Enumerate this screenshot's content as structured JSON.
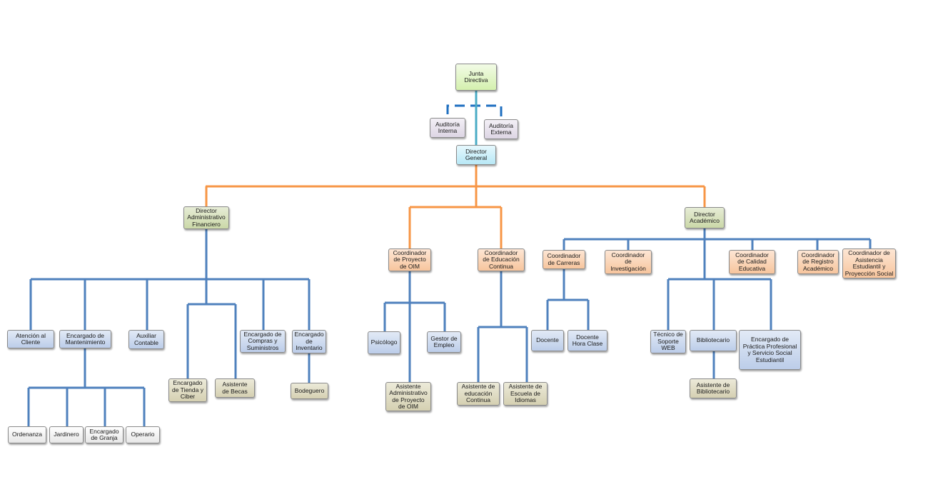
{
  "colors": {
    "blue_line": "#4f81bd",
    "orange_line": "#f79646",
    "teal_line": "#4bacc6",
    "dash_line": "#1f6fc0"
  },
  "nodes": {
    "junta": "Junta\nDirectiva",
    "auditoria_interna": "Auditoría\nInterna",
    "auditoria_externa": "Auditoría\nExterna",
    "director_general": "Director\nGeneral",
    "director_admin": "Director\nAdministrativo\nFinanciero",
    "director_academico": "Director\nAcadémico",
    "coord_oim": "Coordinador\nde Proyecto\nde OIM",
    "coord_educacion": "Coordinador\nde Educación\nContinua",
    "coord_carreras": "Coordinador\nde Carreras",
    "coord_investigacion": "Coordinador\nde\nInvestigación",
    "coord_calidad": "Coordinador\nde Calidad\nEducativa",
    "coord_registro": "Coordinador\nde Registro\nAcadémico",
    "coord_asistencia": "Coordinador de\nAsistencia\nEstudiantil y\nProyección Social",
    "atencion_cliente": "Atención al\nCliente",
    "encargado_mantenimiento": "Encargado de\nMantenimiento",
    "auxiliar_contable": "Auxiliar\nContable",
    "encargado_compras": "Encargado de\nCompras y\nSuministros",
    "encargado_inventario": "Encargado\nde\nInventario",
    "encargado_tienda": "Encargado\nde Tienda y\nCiber",
    "asistente_becas": "Asistente\nde Becas",
    "bodeguero": "Bodeguero",
    "ordenanza": "Ordenanza",
    "jardinero": "Jardinero",
    "encargado_granja": "Encargado\nde Granja",
    "operario": "Operario",
    "psicologo": "Psicólogo",
    "gestor_empleo": "Gestor de\nEmpleo",
    "asistente_admin_oim": "Asistente\nAdministrativo\nde Proyecto\nde OIM",
    "asistente_educacion": "Asistente de\neducación\nContinua",
    "asistente_idiomas": "Asistente de\nEscuela de\nIdiomas",
    "docente": "Docente",
    "docente_hora": "Docente\nHora Clase",
    "tecnico_web": "Técnico de\nSoporte\nWEB",
    "bibliotecario": "Bibliotecario",
    "encargado_practica": "Encargado de\nPráctica Profesional\ny Servicio Social\nEstudiantil",
    "asistente_biblioteca": "Asistente de\nBibliotecario"
  }
}
